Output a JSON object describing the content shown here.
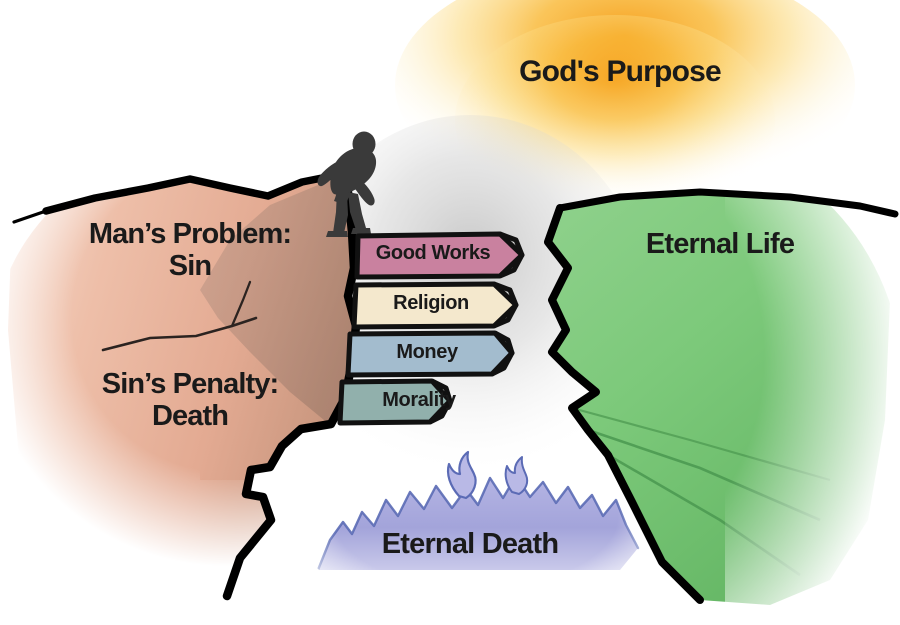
{
  "figure": {
    "title_top": "God's Purpose",
    "background_color": "#ffffff"
  },
  "left_cliff": {
    "name": "mans-problem-cliff",
    "fill_color": "#e8b49c",
    "label_top": "Man’s Problem:\nSin",
    "label_bottom": "Sin’s Penalty:\nDeath"
  },
  "right_cliff": {
    "name": "eternal-life-cliff",
    "fill_color": "#7cc97a",
    "label": "Eternal Life"
  },
  "chasm": {
    "name": "chasm-gap",
    "label": "Eternal Death",
    "mountain_color": "#a7a8dc",
    "mountain_outline": "#5b6bb5"
  },
  "glow": {
    "name": "divine-glow",
    "color_core": "#f5a623",
    "color_mid": "#fbd36b",
    "color_edge": "#ffffff"
  },
  "man": {
    "name": "man-silhouette",
    "color": "#3a3a3a"
  },
  "banners": [
    {
      "label": "Good Works",
      "fill": "#c9819f",
      "stroke": "#111111"
    },
    {
      "label": "Religion",
      "fill": "#f4e8cd",
      "stroke": "#111111"
    },
    {
      "label": "Money",
      "fill": "#a3bcce",
      "stroke": "#111111"
    },
    {
      "label": "Morality",
      "fill": "#91b0ac",
      "stroke": "#111111"
    }
  ]
}
